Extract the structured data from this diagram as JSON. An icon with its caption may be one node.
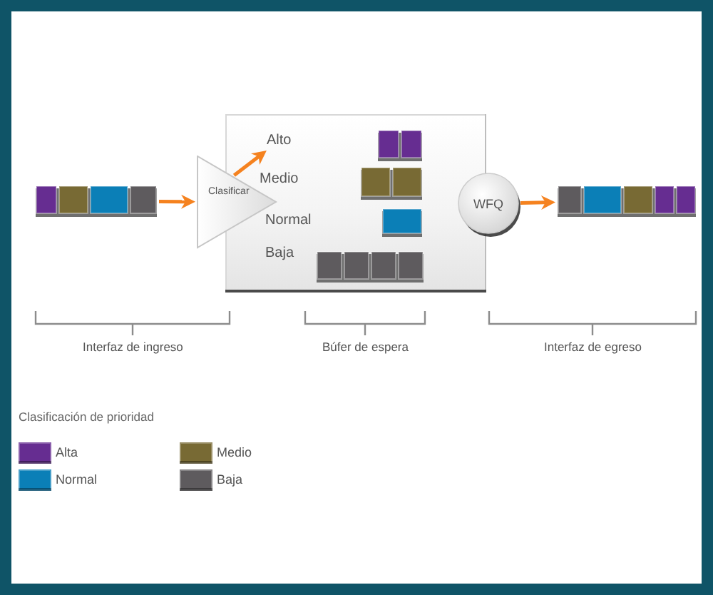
{
  "diagram": {
    "nodes": [
      {
        "text": [],
        "shape": "bar"
      },
      {
        "text": [
          "Clasificar"
        ]
      },
      {
        "text": [],
        "shape": "box"
      },
      {
        "text": [
          "Alto"
        ],
        "in": 2
      },
      {
        "text": [],
        "shape": "bar",
        "in": 2
      },
      {
        "text": [],
        "shape": "bar",
        "in": 2
      },
      {
        "text": [],
        "shape": "bar",
        "in": 2
      },
      {
        "text": [],
        "shape": "bar",
        "in": 2
      },
      {
        "text": [
          "WFQ"
        ]
      },
      {
        "text": [],
        "shape": "bar"
      }
    ],
    "edges": [
      {
        "from": 0,
        "to": 1,
        "arrow": "to"
      },
      {
        "from": 1,
        "to": 3,
        "arrow": "to"
      },
      {
        "from": 8,
        "to": 9,
        "arrow": "to"
      }
    ],
    "labels": [
      "Medio",
      "Normal",
      "Baja",
      "Interfaz de ingreso",
      "Búfer de espera",
      "Interfaz de egreso",
      "Clasificación de prioridad"
    ],
    "legend": [
      {
        "text": "Alta",
        "color": "#662d91"
      },
      {
        "text": "Medio",
        "color": "#786a34"
      },
      {
        "text": "Normal",
        "color": "#0b7fb7"
      },
      {
        "text": "Baja",
        "color": "#5e5b5e"
      }
    ]
  }
}
